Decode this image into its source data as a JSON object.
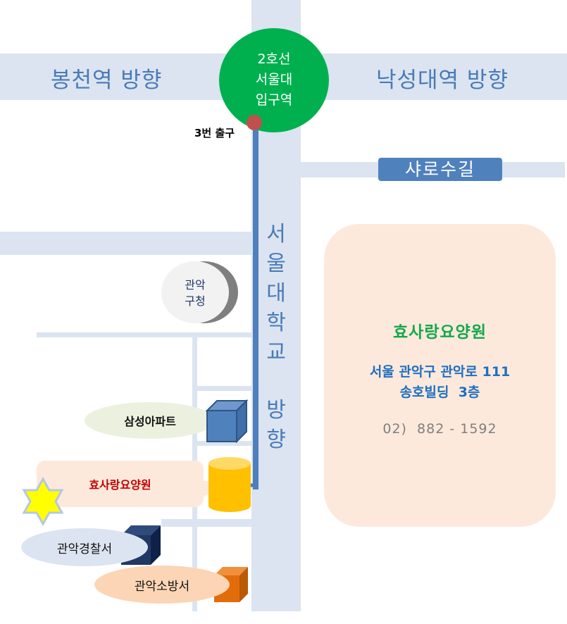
{
  "map": {
    "station": {
      "line": "2호선",
      "name_line1": "서울대",
      "name_line2": "입구역",
      "color": "#00b04f"
    },
    "exit": {
      "label": "3번 출구",
      "color": "#c0504d"
    },
    "roads": {
      "west_direction": "봉천역 방향",
      "east_direction": "낙성대역 방향",
      "side_street": "샤로수길",
      "main_road_vertical": [
        "서",
        "울",
        "대",
        "학",
        "교"
      ],
      "main_road_direction": [
        "방",
        "향"
      ]
    },
    "landmarks": [
      {
        "label_line1": "관악",
        "label_line2": "구청",
        "shape": "moon"
      },
      {
        "label": "삼성아파트",
        "shape": "cube",
        "color": "#4f81bd"
      },
      {
        "label": "효사랑요양원",
        "shape": "cylinder",
        "color": "#ffc000",
        "highlight": "star"
      },
      {
        "label": "관악경찰서",
        "shape": "cube",
        "color": "#1f3864"
      },
      {
        "label": "관악소방서",
        "shape": "cube",
        "color": "#e36c0a"
      }
    ],
    "info_card": {
      "name": "효사랑요양원",
      "address_line1": "서울 관악구 관악로 111",
      "address_line2": "송호빌딩  3층",
      "phone": "02)  882 - 1592"
    },
    "colors": {
      "road": "#dbe4f0",
      "route": "#4f7fbc",
      "card_bg": "#fde9dc"
    }
  }
}
